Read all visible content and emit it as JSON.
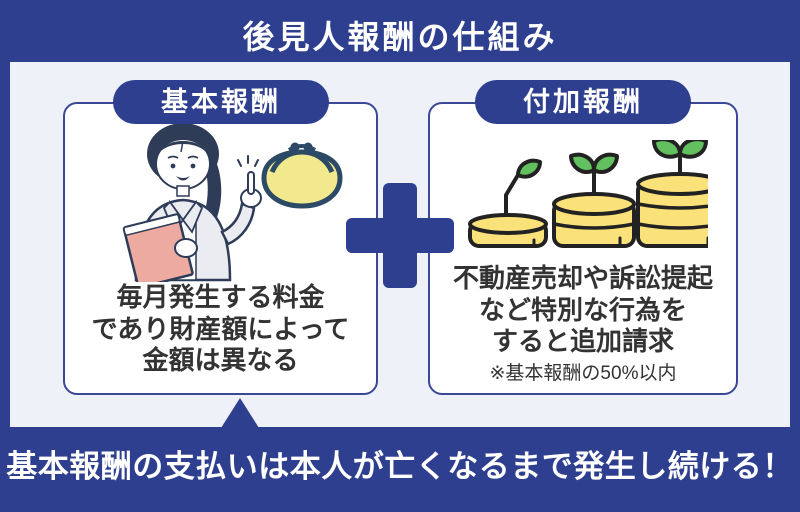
{
  "header": {
    "title": "後見人報酬の仕組み"
  },
  "cards": {
    "basic": {
      "badge": "基本報酬",
      "lines": [
        "毎月発生する料金",
        "であり財産額によって",
        "金額は異なる"
      ]
    },
    "additional": {
      "badge": "付加報酬",
      "lines": [
        "不動産売却や訴訟提起",
        "など特別な行為を",
        "すると追加請求"
      ],
      "note": "※基本報酬の50%以内"
    }
  },
  "footer": {
    "message": "基本報酬の支払いは本人が亡くなるまで発生し続ける！"
  },
  "icons": {
    "left_illustration": "woman-pointing-with-coin-purse",
    "right_illustration": "growing-coin-stacks",
    "connector": "plus-icon"
  },
  "colors": {
    "navy": "#2f3f8f",
    "light_bg": "#eef1f8",
    "card_bg": "#ffffff",
    "text_dark": "#333333",
    "coin_yellow": "#fae179",
    "leaf_green": "#62c05e",
    "purse_yellow": "#f2e98e",
    "folder_pink": "#edaaa0",
    "hair_navy": "#2e3c57"
  }
}
